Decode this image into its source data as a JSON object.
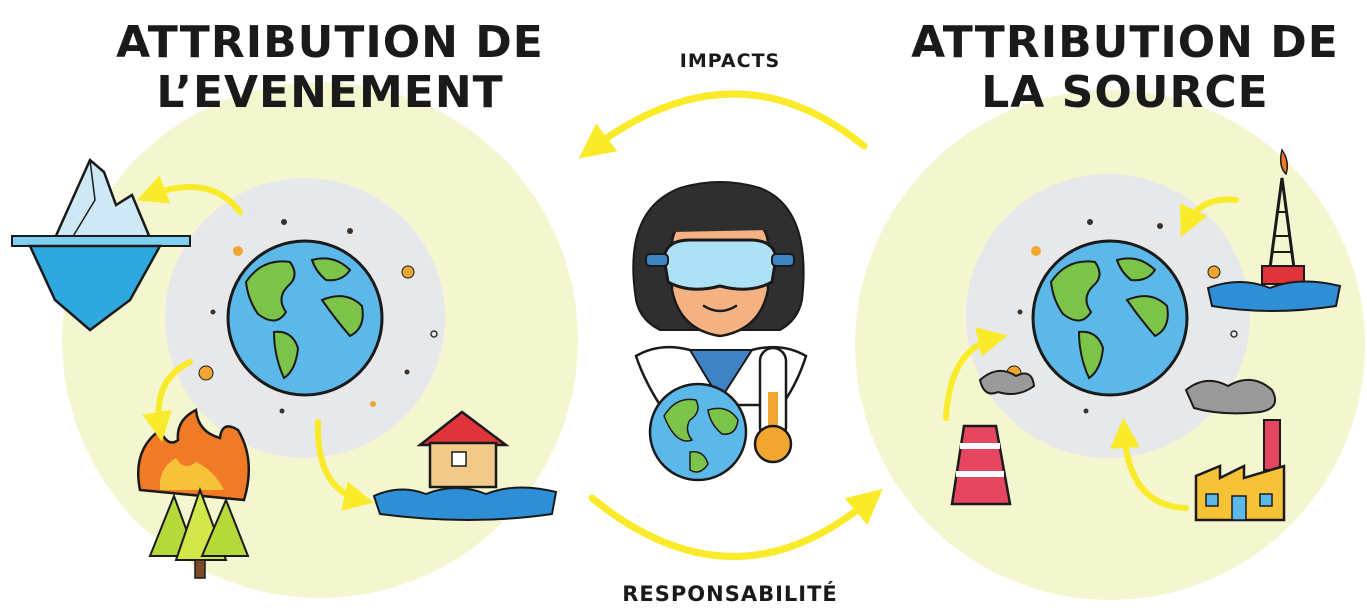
{
  "left_panel": {
    "title_line1": "ATTRIBUTION DE",
    "title_line2": "L’EVENEMENT"
  },
  "right_panel": {
    "title_line1": "ATTRIBUTION DE",
    "title_line2": "LA SOURCE"
  },
  "arrows": {
    "top_label": "IMPACTS",
    "bottom_label": "RESPONSABILITÉ"
  },
  "colors": {
    "halo": "#f4f6cf",
    "inner_ring": "#e7e8ea",
    "arrow": "#f9ea2a",
    "ocean": "#5bb8e8",
    "land": "#7cc34a",
    "outline": "#1a1a1a"
  },
  "icons": {
    "left": [
      "earth-icon",
      "iceberg-icon",
      "forest-fire-icon",
      "flooded-house-icon"
    ],
    "center": [
      "scientist-icon",
      "goggles-icon",
      "thermometer-icon",
      "small-earth-icon"
    ],
    "right": [
      "earth-icon",
      "oil-rig-icon",
      "power-plant-icon",
      "factory-icon"
    ]
  }
}
